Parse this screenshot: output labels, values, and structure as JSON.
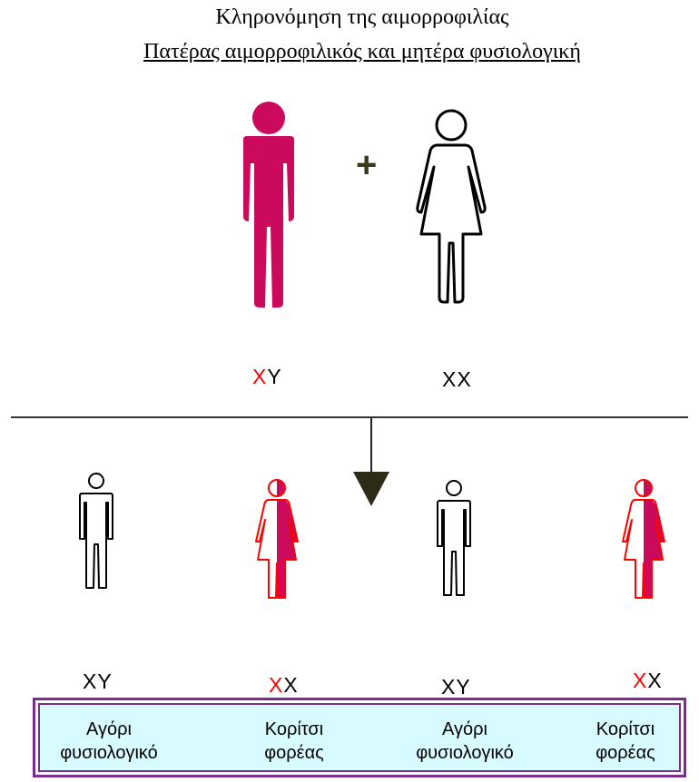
{
  "title": "Κληρονόμηση της αιμορροφιλίας",
  "subtitle": "Πατέρας αιμορροφιλικός και μητέρα φυσιολογική",
  "plus_sign": "+",
  "parents": {
    "father": {
      "genotype_affected": "X",
      "genotype_rest": "Y",
      "color": "#cc0a5c"
    },
    "mother": {
      "genotype_affected": "",
      "genotype_rest": "XX"
    }
  },
  "children": [
    {
      "genotype_affected": "",
      "genotype_rest": "XY",
      "label_line1": "Αγόρι",
      "label_line2": "φυσιολογικό"
    },
    {
      "genotype_affected": "X",
      "genotype_rest": "X",
      "label_line1": "Κορίτσι",
      "label_line2": "φορέας"
    },
    {
      "genotype_affected": "",
      "genotype_rest": "XY",
      "label_line1": "Αγόρι",
      "label_line2": "φυσιολογικό"
    },
    {
      "genotype_affected": "X",
      "genotype_rest": "X",
      "label_line1": "Κορίτσι",
      "label_line2": "φορέας"
    }
  ],
  "colors": {
    "affected": "#cc0a5c",
    "carrier_outline": "#ff0000",
    "legend_border": "#7b2d8e",
    "legend_bg": "#d7fbff"
  }
}
